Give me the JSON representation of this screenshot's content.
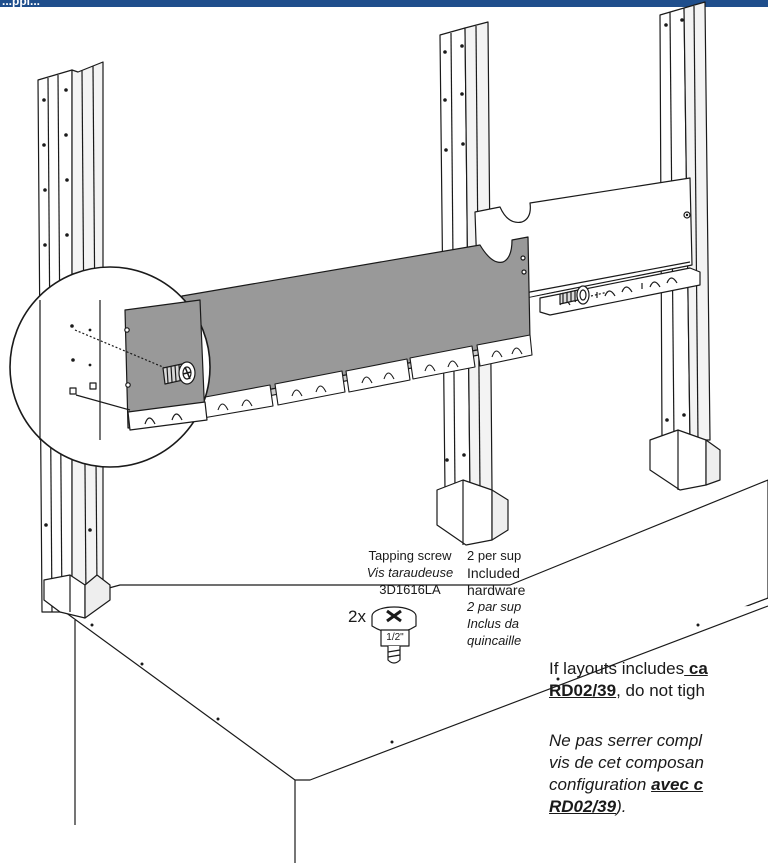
{
  "header": {
    "title": "...ppl..."
  },
  "hardware": {
    "name_en": "Tapping screw",
    "name_fr": "Vis taraudeuse",
    "part_number": "3D1616LA",
    "quantity": "2x",
    "size": "1/2\"",
    "qty_en": "2 per sup",
    "included_en_1": "Included",
    "included_en_2": "hardware",
    "qty_fr": "2 par sup",
    "included_fr_1": "Inclus da",
    "included_fr_2": "quincaille"
  },
  "note_en": {
    "line1_pre": "If layouts includes",
    "line1_link": " ca",
    "line2_code": "RD02/39",
    "line2_rest": ", do not tigh"
  },
  "note_fr": {
    "line1": "Ne pas serrer compl",
    "line2": "vis de cet composan",
    "line3_pre": "configuration ",
    "line3_link": "avec c",
    "line4_code": "RD02/39",
    "line4_rest": ")."
  }
}
